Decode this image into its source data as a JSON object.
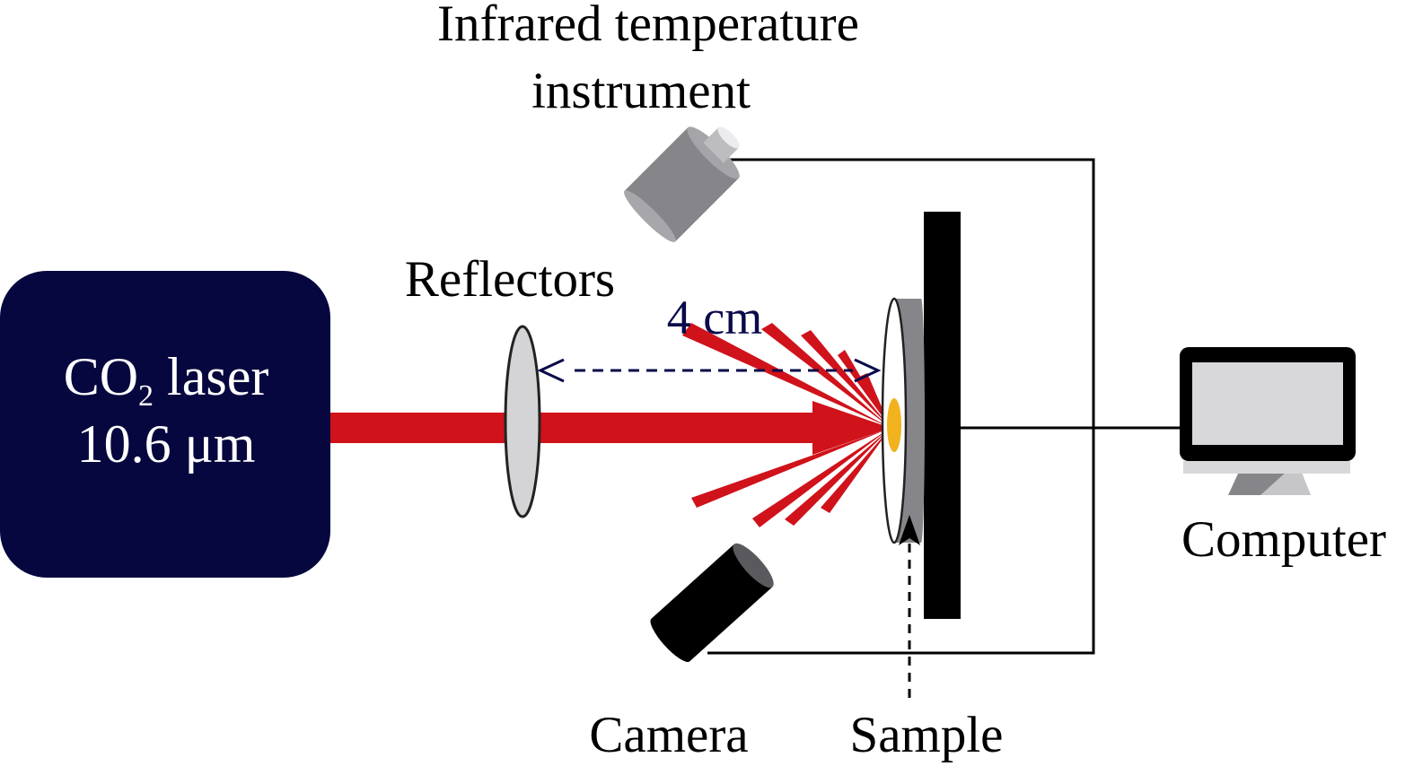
{
  "labels": {
    "infrared_line1": "Infrared temperature",
    "infrared_line2": "instrument",
    "reflectors": "Reflectors",
    "distance": "4 cm",
    "laser_co": "CO",
    "laser_sub": "2",
    "laser_word": " laser",
    "laser_wavelength": "10.6 μm",
    "computer": "Computer",
    "camera": "Camera",
    "sample": "Sample"
  },
  "colors": {
    "laser_box": "#07073f",
    "beam": "#d0121b",
    "distance_arrow": "#0a0a4a",
    "sample_spot": "#f2b21d",
    "device_gray": "#86868a",
    "lens_fill": "#d4d4d6",
    "screen": "#d8d8da"
  }
}
